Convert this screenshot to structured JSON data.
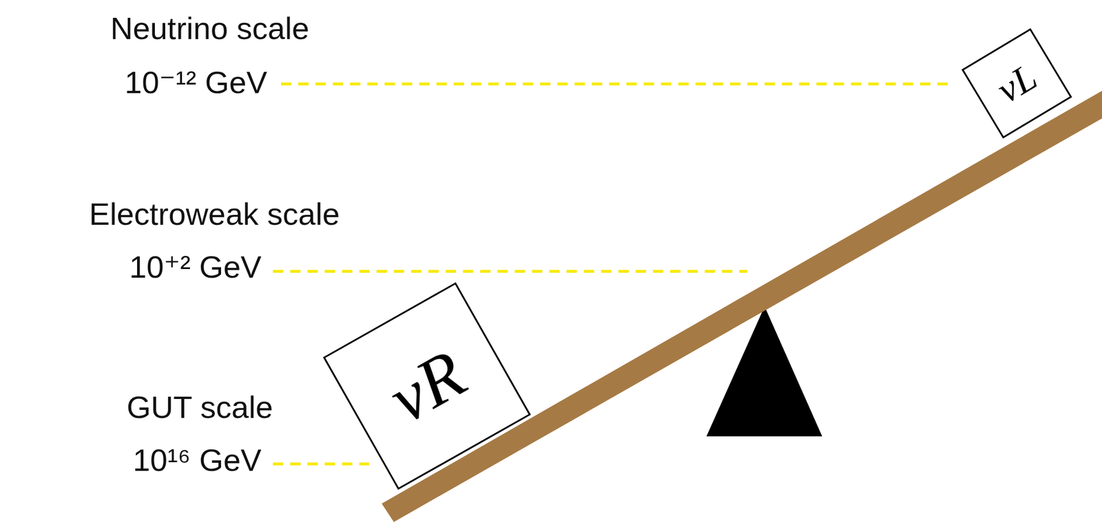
{
  "diagram": {
    "nodes": [
      {
        "text": [
          "νR"
        ]
      },
      {
        "text": [
          "νL"
        ]
      }
    ],
    "labels": [
      "Neutrino scale",
      "10⁻¹² GeV",
      "Electroweak scale",
      "10⁺² GeV",
      "GUT scale",
      "10¹⁶ GeV"
    ]
  }
}
